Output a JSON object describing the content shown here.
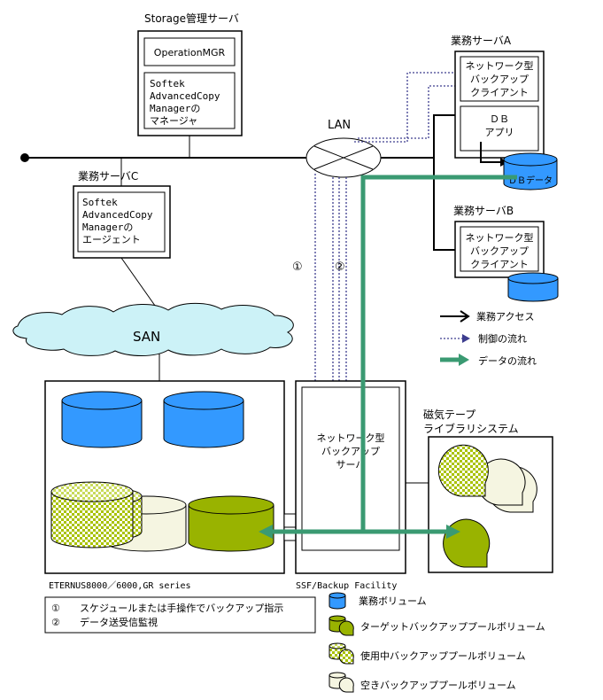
{
  "storage_server": {
    "title": "Storage管理サーバ",
    "box1": "OperationMGR",
    "box2_lines": [
      "Softek",
      "AdvancedCopy",
      "Managerの",
      "マネージャ"
    ]
  },
  "server_a": {
    "title": "業務サーバA",
    "client_lines": [
      "ネットワーク型",
      "バックアップ",
      "クライアント"
    ],
    "db_app_lines": [
      "ＤＢ",
      "アプリ"
    ],
    "db_data": "ＤＢデータ"
  },
  "server_b": {
    "title": "業務サーバB",
    "client_lines": [
      "ネットワーク型",
      "バックアップ",
      "クライアント"
    ]
  },
  "server_c": {
    "title": "業務サーバC",
    "box_lines": [
      "Softek",
      "AdvancedCopy",
      "Managerの",
      "エージェント"
    ]
  },
  "lan": "LAN",
  "san": "SAN",
  "circle1": "①",
  "circle2": "②",
  "eternus_label": "ETERNUS8000／6000,GR series",
  "ssf": {
    "label": "SSF/Backup Facility",
    "lines": [
      "ネットワーク型",
      "バックアップ",
      "サーバ"
    ]
  },
  "tape": {
    "title_lines": [
      "磁気テープ",
      "ライブラリシステム"
    ]
  },
  "legend_arrows": {
    "business": "業務アクセス",
    "control": "制御の流れ",
    "data": "データの流れ"
  },
  "notes": {
    "n1_mark": "①",
    "n1": "スケジュールまたは手操作でバックアップ指示",
    "n2_mark": "②",
    "n2": "データ送受信監視"
  },
  "legend_volumes": {
    "business": "業務ボリューム",
    "target": "ターゲットバックアッププールボリューム",
    "in_use": "使用中バックアッププールボリューム",
    "free": "空きバックアッププールボリューム"
  },
  "colors": {
    "blue": "#3399ff",
    "olive": "#99b300",
    "data_flow": "#3a9a72",
    "control": "#3d3d8f",
    "san_fill": "#ccf2f7",
    "cream": "#f5f5e1"
  }
}
